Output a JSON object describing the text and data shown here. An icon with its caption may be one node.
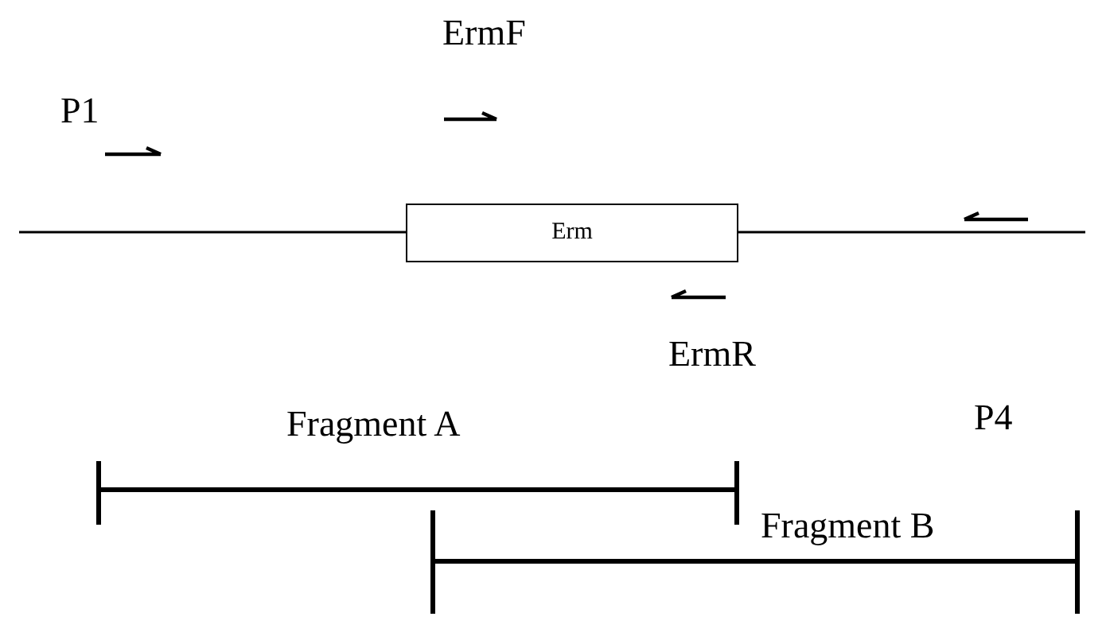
{
  "diagram": {
    "nodes": [
      {
        "text": [
          "Erm"
        ]
      }
    ],
    "edges": [],
    "labels": [
      "P1",
      "ErmF",
      "ErmR",
      "P4",
      "Fragment A",
      "Fragment B"
    ]
  }
}
